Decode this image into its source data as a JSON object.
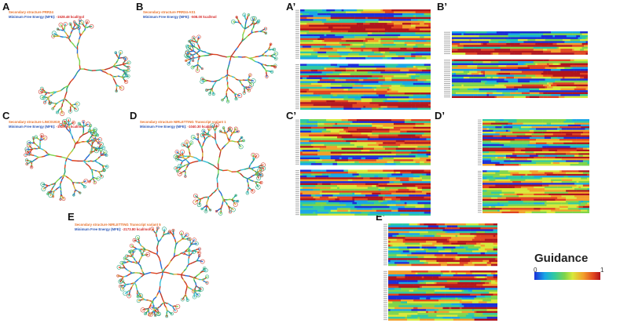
{
  "panels": [
    {
      "key": "A",
      "letter": "A",
      "structure_label": "Secondary structure PRR34",
      "mfe_label": "Minimum Free Energy (MFE):",
      "mfe_value": "-1528.48 kcal/mol"
    },
    {
      "key": "B",
      "letter": "B",
      "structure_label": "Secondary structure PRR34-AS1",
      "mfe_label": "Minimum Free Energy (MFE):",
      "mfe_value": "-508.00 kcal/mol"
    },
    {
      "key": "C",
      "letter": "C",
      "structure_label": "Secondary structure LINC01919",
      "mfe_label": "Minimum Free Energy (MFE):",
      "mfe_value": "-1029.90 kcal/mol"
    },
    {
      "key": "D",
      "letter": "D",
      "structure_label": "Secondary structure NIRLETTING Transcript variant 1",
      "mfe_label": "Minimum Free Energy (MFE):",
      "mfe_value": "-1040.30 kcal/mol"
    },
    {
      "key": "E",
      "letter": "E",
      "structure_label": "Secondary structure NIRLETTING Transcript variant 5",
      "mfe_label": "Minimum Free Energy (MFE):",
      "mfe_value": "-2173.80 kcal/mol"
    }
  ],
  "alignment_panels": [
    {
      "key": "A2",
      "letter": "A’"
    },
    {
      "key": "B2",
      "letter": "B’"
    },
    {
      "key": "C2",
      "letter": "C’"
    },
    {
      "key": "D2",
      "letter": "D’"
    },
    {
      "key": "E2",
      "letter": "E’"
    }
  ],
  "legend": {
    "title": "Guidance",
    "min_label": "0",
    "max_label": "1",
    "colors": [
      "#1a2fd8",
      "#18a6e6",
      "#2fc9a2",
      "#7ed44b",
      "#d8e83a",
      "#f2a02a",
      "#e0441f",
      "#b0141c"
    ]
  }
}
